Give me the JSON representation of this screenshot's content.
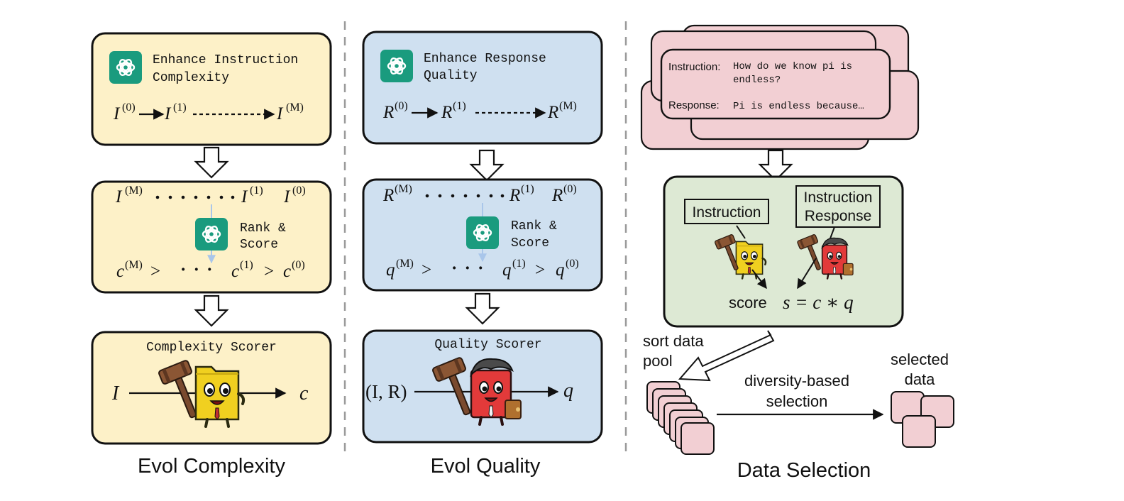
{
  "columns": {
    "complexity": {
      "step1_title": "Enhance Instruction Complexity",
      "step1_title_l1": "Enhance Instruction",
      "step1_title_l2": "Complexity",
      "chain_var": "I",
      "sup0": "(0)",
      "sup1": "(1)",
      "supM": "(M)",
      "rank_label_l1": "Rank &",
      "rank_label_l2": "Score",
      "score_var": "c",
      "gt": ">",
      "dots": "· · ·",
      "scorer_title": "Complexity Scorer",
      "scorer_input": "I",
      "scorer_output": "c",
      "caption": "Evol Complexity",
      "fill": "#fdf1c8"
    },
    "quality": {
      "step1_title": "Enhance Response Quality",
      "step1_title_l1": "Enhance Response",
      "step1_title_l2": "Quality",
      "chain_var": "R",
      "sup0": "(0)",
      "sup1": "(1)",
      "supM": "(M)",
      "rank_label_l1": "Rank &",
      "rank_label_l2": "Score",
      "score_var": "q",
      "gt": ">",
      "dots": "· · ·",
      "scorer_title": "Quality Scorer",
      "scorer_input": "(I, R)",
      "scorer_output": "q",
      "caption": "Evol Quality",
      "fill": "#cfe0f0"
    },
    "selection": {
      "instruction_label": "Instruction:",
      "instruction_text_l1": "How do we know pi is",
      "instruction_text_l2": "endless?",
      "response_label": "Response:",
      "response_text": "Pi is endless because…",
      "judge_label_1": "Instruction",
      "judge_label_2_l1": "Instruction",
      "judge_label_2_l2": "Response",
      "score_label": "score",
      "score_formula": "s = c ∗ q",
      "sort_label_l1": "sort data",
      "sort_label_l2": "pool",
      "diversity_l1": "diversity-based",
      "diversity_l2": "selection",
      "selected_l1": "selected",
      "selected_l2": "data",
      "caption": "Data Selection",
      "card_fill": "#f2cfd3",
      "panel_fill": "#dde9d4"
    }
  },
  "colors": {
    "gpt_green": "#1a9b7e",
    "rank_arrow": "#a9c6ea",
    "divider": "#9a9a9a",
    "folder_yellow": "#f0d020",
    "red_char": "#e23a3a"
  }
}
